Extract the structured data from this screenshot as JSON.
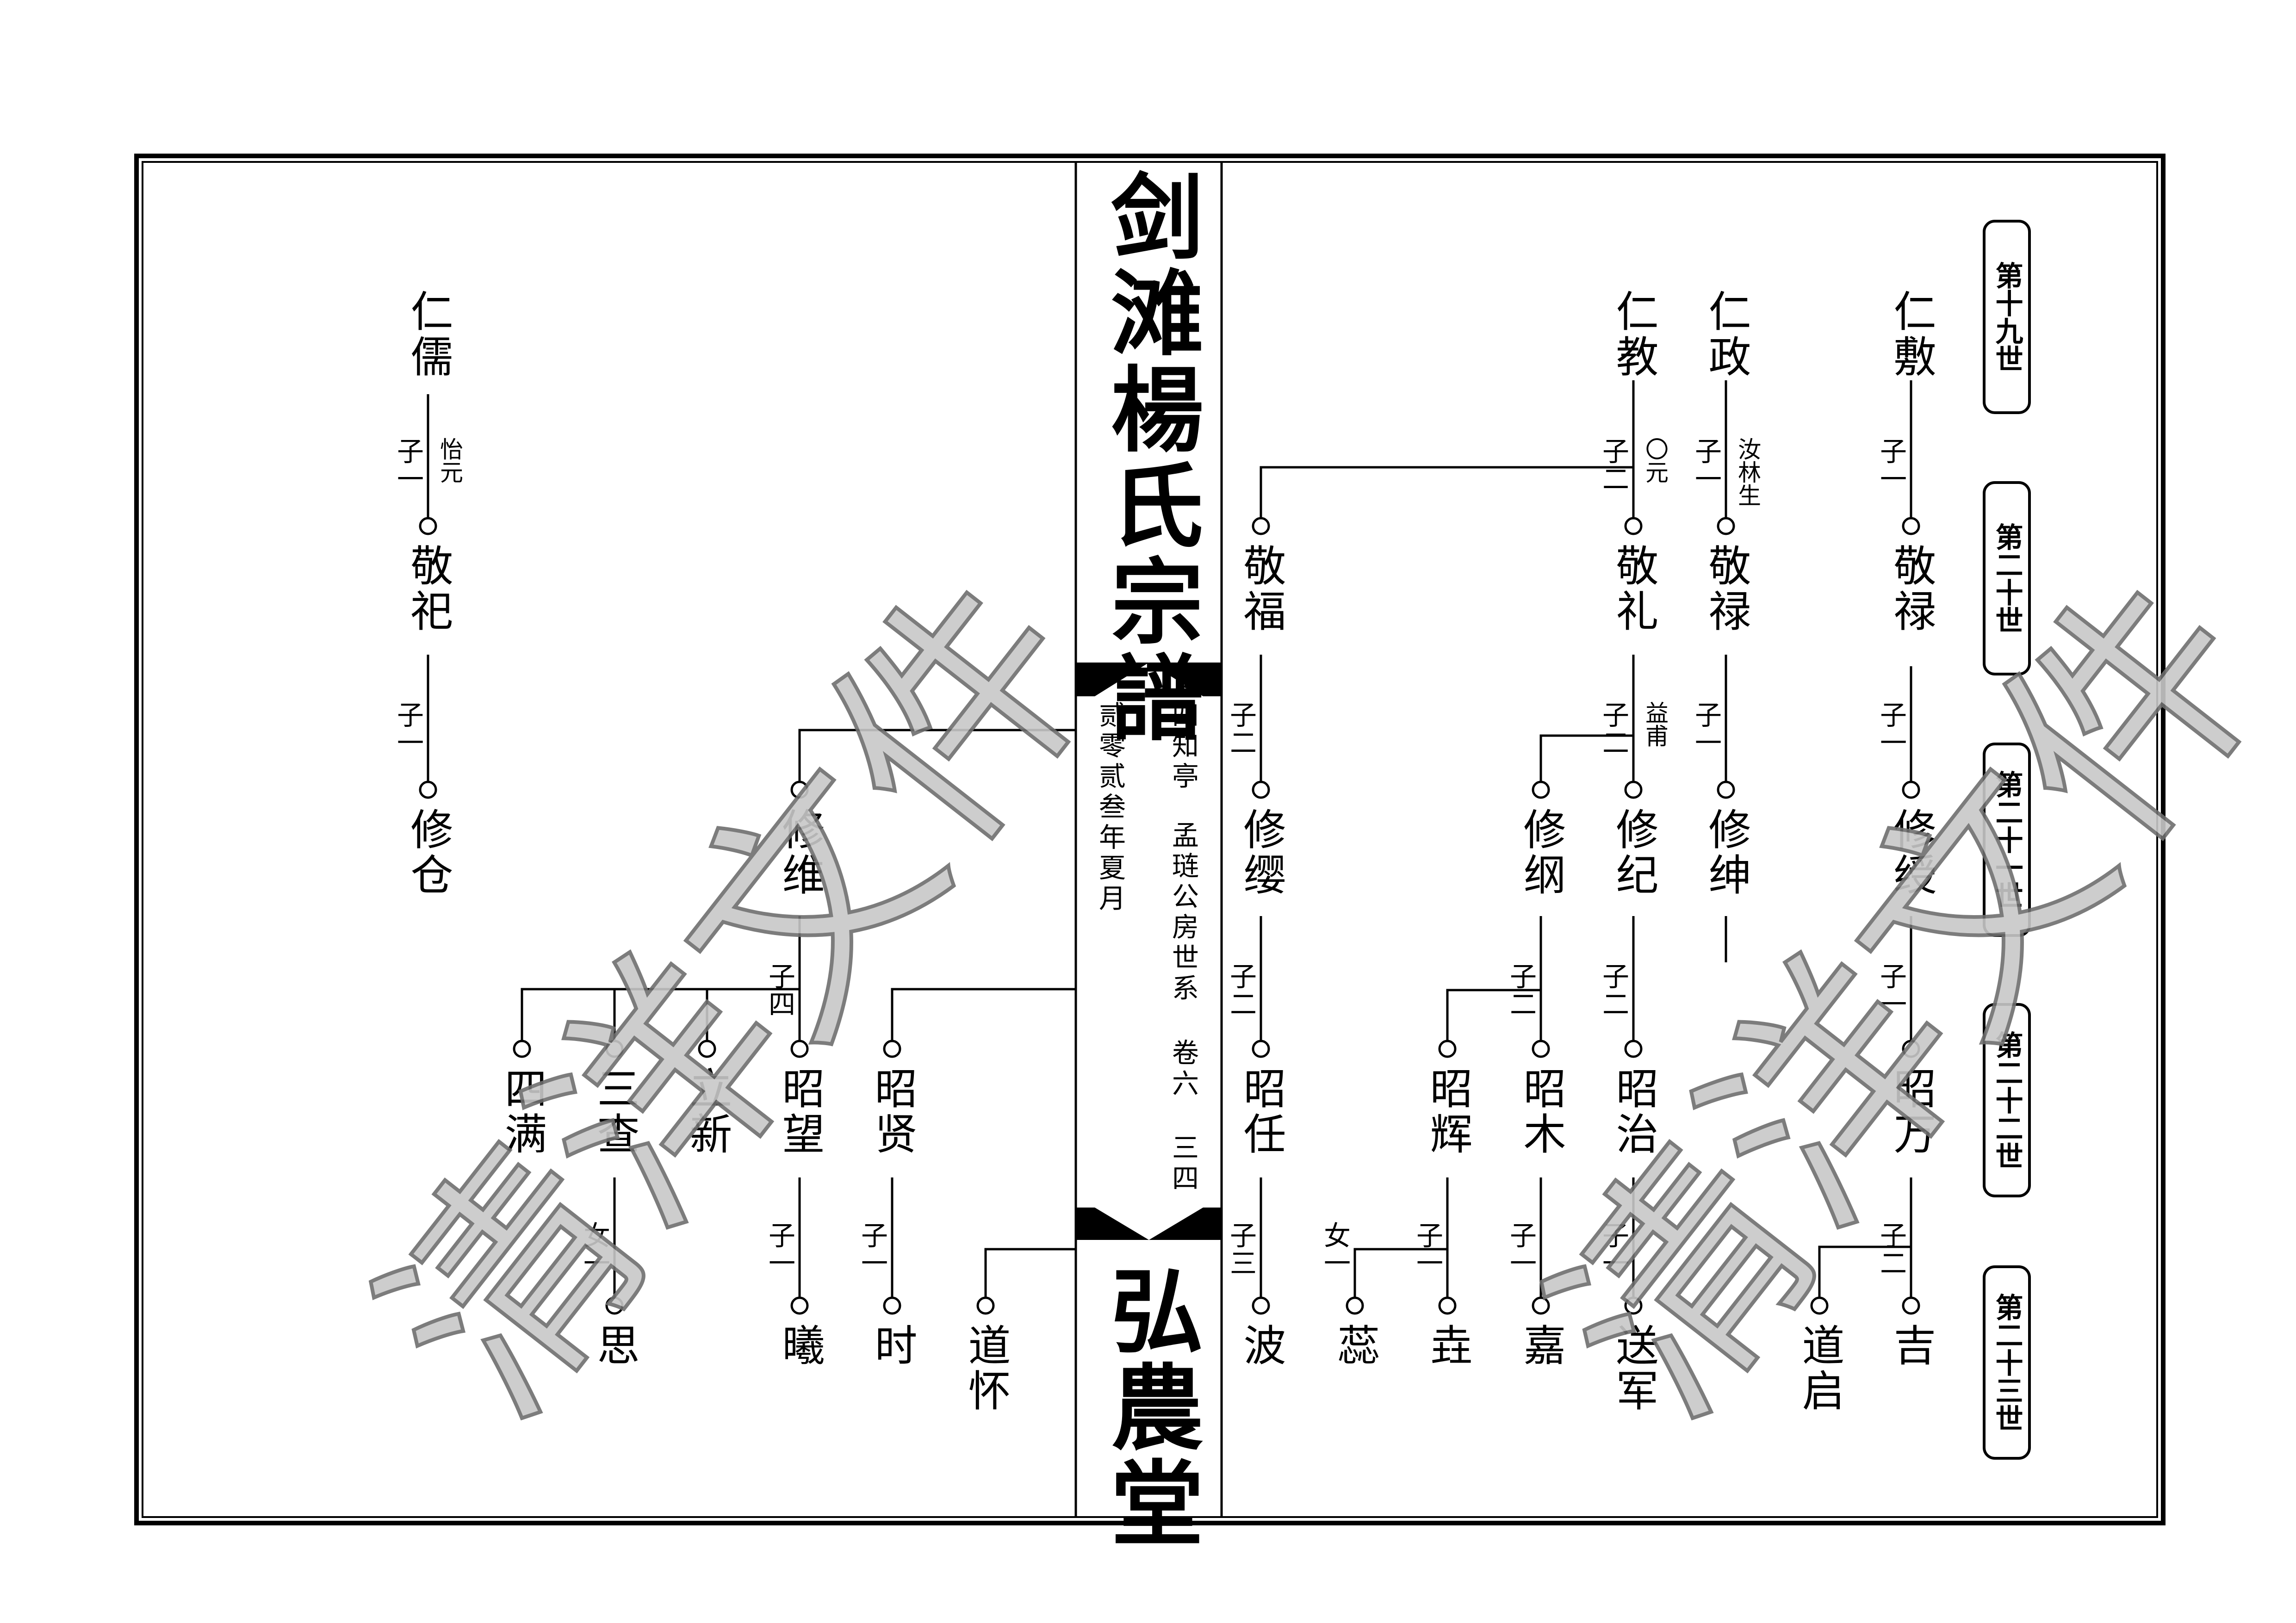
{
  "title": "剑滩楊氏宗譜",
  "hall": "弘農堂",
  "spine": {
    "text1": "四知亭",
    "text2": "孟琏公房世系",
    "text3": "卷六",
    "page": "三四",
    "date": "贰零贰叁年夏月"
  },
  "generations": [
    "第十九世",
    "第二十世",
    "第二十一世",
    "第二十二世",
    "第二十三世"
  ],
  "watermark": "清洋文件",
  "names": {
    "renfu": "仁敷",
    "renzheng": "仁政",
    "renjiao": "仁教",
    "renru": "仁儒",
    "jinglu1": "敬禄",
    "jinglu2": "敬禄",
    "jingli": "敬礼",
    "jingfu": "敬福",
    "jingsi": "敬祀",
    "xiushou": "修绶",
    "xiushen": "修绅",
    "xiuji": "修纪",
    "xiugang": "修纲",
    "xiuying": "修缨",
    "xiuwei": "修维",
    "xiucang": "修仓",
    "zhaowan": "昭万",
    "zhaozhi": "昭治",
    "zhaomu": "昭木",
    "zhaohui": "昭辉",
    "zhaoren": "昭任",
    "zhaoxian": "昭贤",
    "zhaowang": "昭望",
    "lixin": "立新",
    "sancha": "三查",
    "siman": "四满",
    "ji": "吉",
    "daoqi": "道启",
    "songjun": "送军",
    "jia": "嘉",
    "gui": "垚",
    "rui": "蕊",
    "bo": "波",
    "daohuai": "道怀",
    "shi": "时",
    "xi": "曦",
    "si": "思"
  },
  "notes": {
    "c1": "子一",
    "c2": "子二",
    "c3": "子三",
    "c4": "子四",
    "d1": "女一",
    "rulin": "汝林生",
    "yiyuan": "怡元",
    "oyuan": "〇元",
    "yifu": "益甫"
  }
}
